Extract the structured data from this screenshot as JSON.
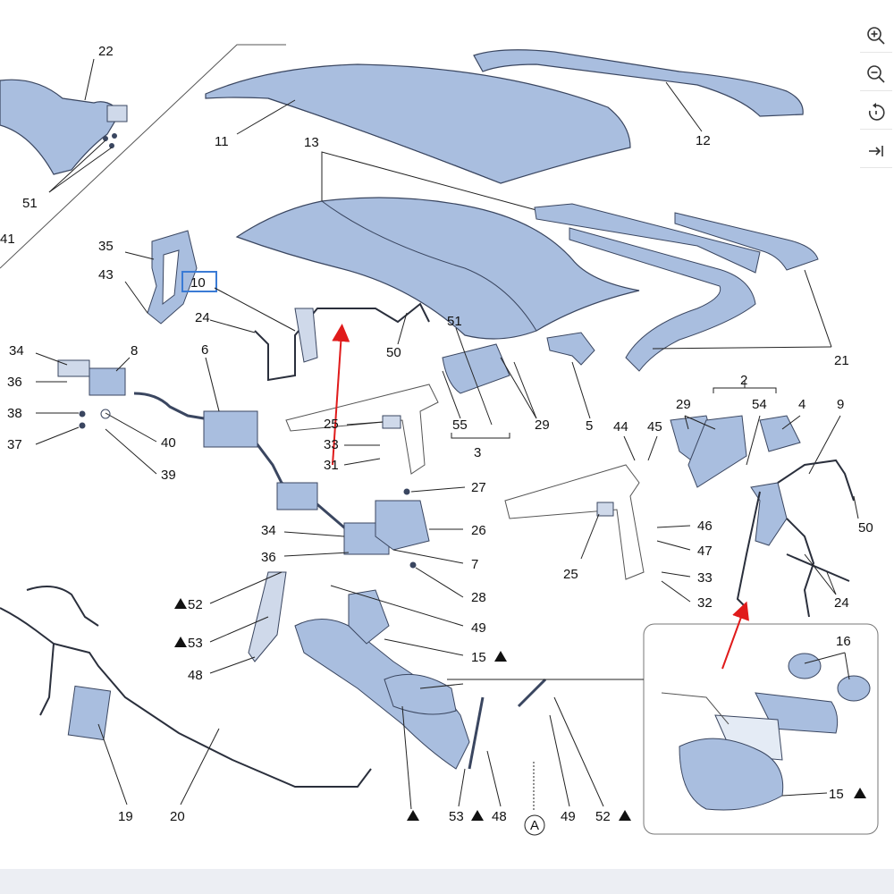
{
  "toolbar": {
    "buttons": [
      {
        "icon": "zoom-in-icon"
      },
      {
        "icon": "zoom-out-icon"
      },
      {
        "icon": "rotate-icon"
      },
      {
        "icon": "collapse-panel-icon"
      }
    ]
  },
  "diagram": {
    "part_fill": "#a9bedf",
    "part_stroke": "#3a4660",
    "highlight_color": "#3a7bd5",
    "arrow_color": "#e01b1b",
    "labels": {
      "p22": "22",
      "p51a": "51",
      "p41": "41",
      "p11": "11",
      "p12": "12",
      "p13": "13",
      "p35": "35",
      "p43": "43",
      "p10": "10",
      "p24a": "24",
      "p50a": "50",
      "p51b": "51",
      "p34a": "34",
      "p8": "8",
      "p6": "6",
      "p36a": "36",
      "p38": "38",
      "p37": "37",
      "p40": "40",
      "p39": "39",
      "p25a": "25",
      "p33a": "33",
      "p31": "31",
      "p55": "55",
      "p3": "3",
      "p29a": "29",
      "p5": "5",
      "p21": "21",
      "p2": "2",
      "p29b": "29",
      "p54": "54",
      "p4": "4",
      "p9": "9",
      "p44": "44",
      "p45": "45",
      "p50b": "50",
      "p27": "27",
      "p26": "26",
      "p34b": "34",
      "p36b": "36",
      "p7": "7",
      "p28": "28",
      "p46": "46",
      "p47": "47",
      "p25b": "25",
      "p33b": "33",
      "p32": "32",
      "p24b": "24",
      "p52a": "52",
      "p53a": "53",
      "p49a": "49",
      "p15a": "15",
      "p48a": "48",
      "p16": "16",
      "p15b": "15",
      "p19": "19",
      "p20": "20",
      "p53b": "53",
      "p48b": "48",
      "pA": "A",
      "p49b": "49",
      "p52b": "52"
    }
  }
}
